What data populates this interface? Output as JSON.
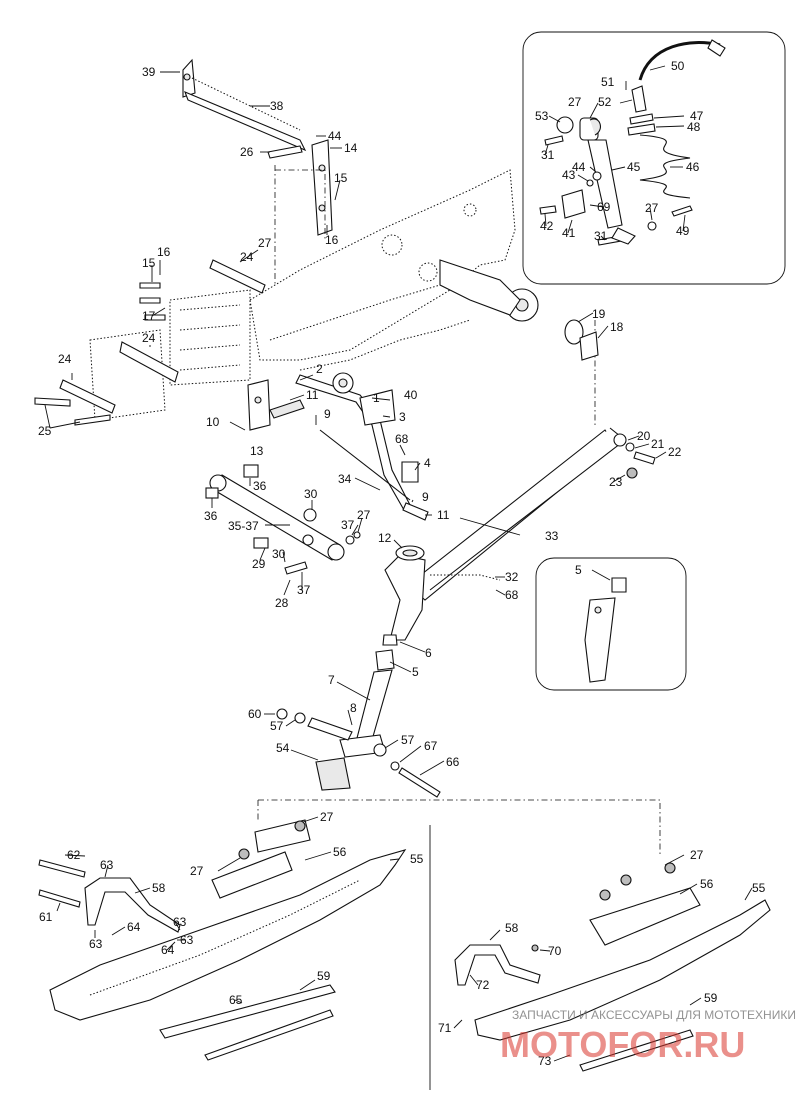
{
  "labels": [
    {
      "id": "39",
      "text": "39"
    },
    {
      "id": "38",
      "text": "38"
    },
    {
      "id": "44a",
      "text": "44"
    },
    {
      "id": "26",
      "text": "26"
    },
    {
      "id": "14",
      "text": "14"
    },
    {
      "id": "15a",
      "text": "15"
    },
    {
      "id": "16a",
      "text": "16"
    },
    {
      "id": "27a",
      "text": "27"
    },
    {
      "id": "16b",
      "text": "16"
    },
    {
      "id": "24a",
      "text": "24"
    },
    {
      "id": "15b",
      "text": "15"
    },
    {
      "id": "17",
      "text": "17"
    },
    {
      "id": "24b",
      "text": "24"
    },
    {
      "id": "24c",
      "text": "24"
    },
    {
      "id": "25",
      "text": "25"
    },
    {
      "id": "10",
      "text": "10"
    },
    {
      "id": "13",
      "text": "13"
    },
    {
      "id": "11a",
      "text": "11"
    },
    {
      "id": "2",
      "text": "2"
    },
    {
      "id": "1",
      "text": "1"
    },
    {
      "id": "40",
      "text": "40"
    },
    {
      "id": "3",
      "text": "3"
    },
    {
      "id": "9a",
      "text": "9"
    },
    {
      "id": "68a",
      "text": "68"
    },
    {
      "id": "4",
      "text": "4"
    },
    {
      "id": "34",
      "text": "34"
    },
    {
      "id": "9b",
      "text": "9"
    },
    {
      "id": "11b",
      "text": "11"
    },
    {
      "id": "36a",
      "text": "36"
    },
    {
      "id": "36b",
      "text": "36"
    },
    {
      "id": "30a",
      "text": "30"
    },
    {
      "id": "35-37",
      "text": "35-37"
    },
    {
      "id": "37a",
      "text": "37"
    },
    {
      "id": "27b",
      "text": "27"
    },
    {
      "id": "30b",
      "text": "30"
    },
    {
      "id": "29",
      "text": "29"
    },
    {
      "id": "28",
      "text": "28"
    },
    {
      "id": "37b",
      "text": "37"
    },
    {
      "id": "12",
      "text": "12"
    },
    {
      "id": "33",
      "text": "33"
    },
    {
      "id": "32",
      "text": "32"
    },
    {
      "id": "68b",
      "text": "68"
    },
    {
      "id": "6",
      "text": "6"
    },
    {
      "id": "5a",
      "text": "5"
    },
    {
      "id": "5b",
      "text": "5"
    },
    {
      "id": "7",
      "text": "7"
    },
    {
      "id": "8",
      "text": "8"
    },
    {
      "id": "60",
      "text": "60"
    },
    {
      "id": "57a",
      "text": "57"
    },
    {
      "id": "54",
      "text": "54"
    },
    {
      "id": "57b",
      "text": "57"
    },
    {
      "id": "67",
      "text": "67"
    },
    {
      "id": "66",
      "text": "66"
    },
    {
      "id": "50",
      "text": "50"
    },
    {
      "id": "51",
      "text": "51"
    },
    {
      "id": "27c",
      "text": "27"
    },
    {
      "id": "52",
      "text": "52"
    },
    {
      "id": "53",
      "text": "53"
    },
    {
      "id": "47",
      "text": "47"
    },
    {
      "id": "48",
      "text": "48"
    },
    {
      "id": "31a",
      "text": "31"
    },
    {
      "id": "45",
      "text": "45"
    },
    {
      "id": "46",
      "text": "46"
    },
    {
      "id": "44b",
      "text": "44"
    },
    {
      "id": "43",
      "text": "43"
    },
    {
      "id": "69",
      "text": "69"
    },
    {
      "id": "42",
      "text": "42"
    },
    {
      "id": "41",
      "text": "41"
    },
    {
      "id": "27d",
      "text": "27"
    },
    {
      "id": "49",
      "text": "49"
    },
    {
      "id": "31b",
      "text": "31"
    },
    {
      "id": "19",
      "text": "19"
    },
    {
      "id": "18",
      "text": "18"
    },
    {
      "id": "20",
      "text": "20"
    },
    {
      "id": "21",
      "text": "21"
    },
    {
      "id": "22",
      "text": "22"
    },
    {
      "id": "23",
      "text": "23"
    },
    {
      "id": "27e",
      "text": "27"
    },
    {
      "id": "62",
      "text": "62"
    },
    {
      "id": "56a",
      "text": "56"
    },
    {
      "id": "55a",
      "text": "55"
    },
    {
      "id": "27f",
      "text": "27"
    },
    {
      "id": "63a",
      "text": "63"
    },
    {
      "id": "58a",
      "text": "58"
    },
    {
      "id": "61",
      "text": "61"
    },
    {
      "id": "63b",
      "text": "63"
    },
    {
      "id": "64a",
      "text": "64"
    },
    {
      "id": "63c",
      "text": "63"
    },
    {
      "id": "64b",
      "text": "64"
    },
    {
      "id": "63d",
      "text": "63"
    },
    {
      "id": "65",
      "text": "65"
    },
    {
      "id": "59a",
      "text": "59"
    },
    {
      "id": "27g",
      "text": "27"
    },
    {
      "id": "56b",
      "text": "56"
    },
    {
      "id": "55b",
      "text": "55"
    },
    {
      "id": "58b",
      "text": "58"
    },
    {
      "id": "70",
      "text": "70"
    },
    {
      "id": "72",
      "text": "72"
    },
    {
      "id": "59b",
      "text": "59"
    },
    {
      "id": "71",
      "text": "71"
    },
    {
      "id": "73",
      "text": "73"
    }
  ],
  "watermark": {
    "subtitle": "ЗАПЧАСТИ И АКСЕССУАРЫ ДЛЯ МОТОТЕХНИКИ",
    "brand": "MOTOFOR.RU"
  }
}
